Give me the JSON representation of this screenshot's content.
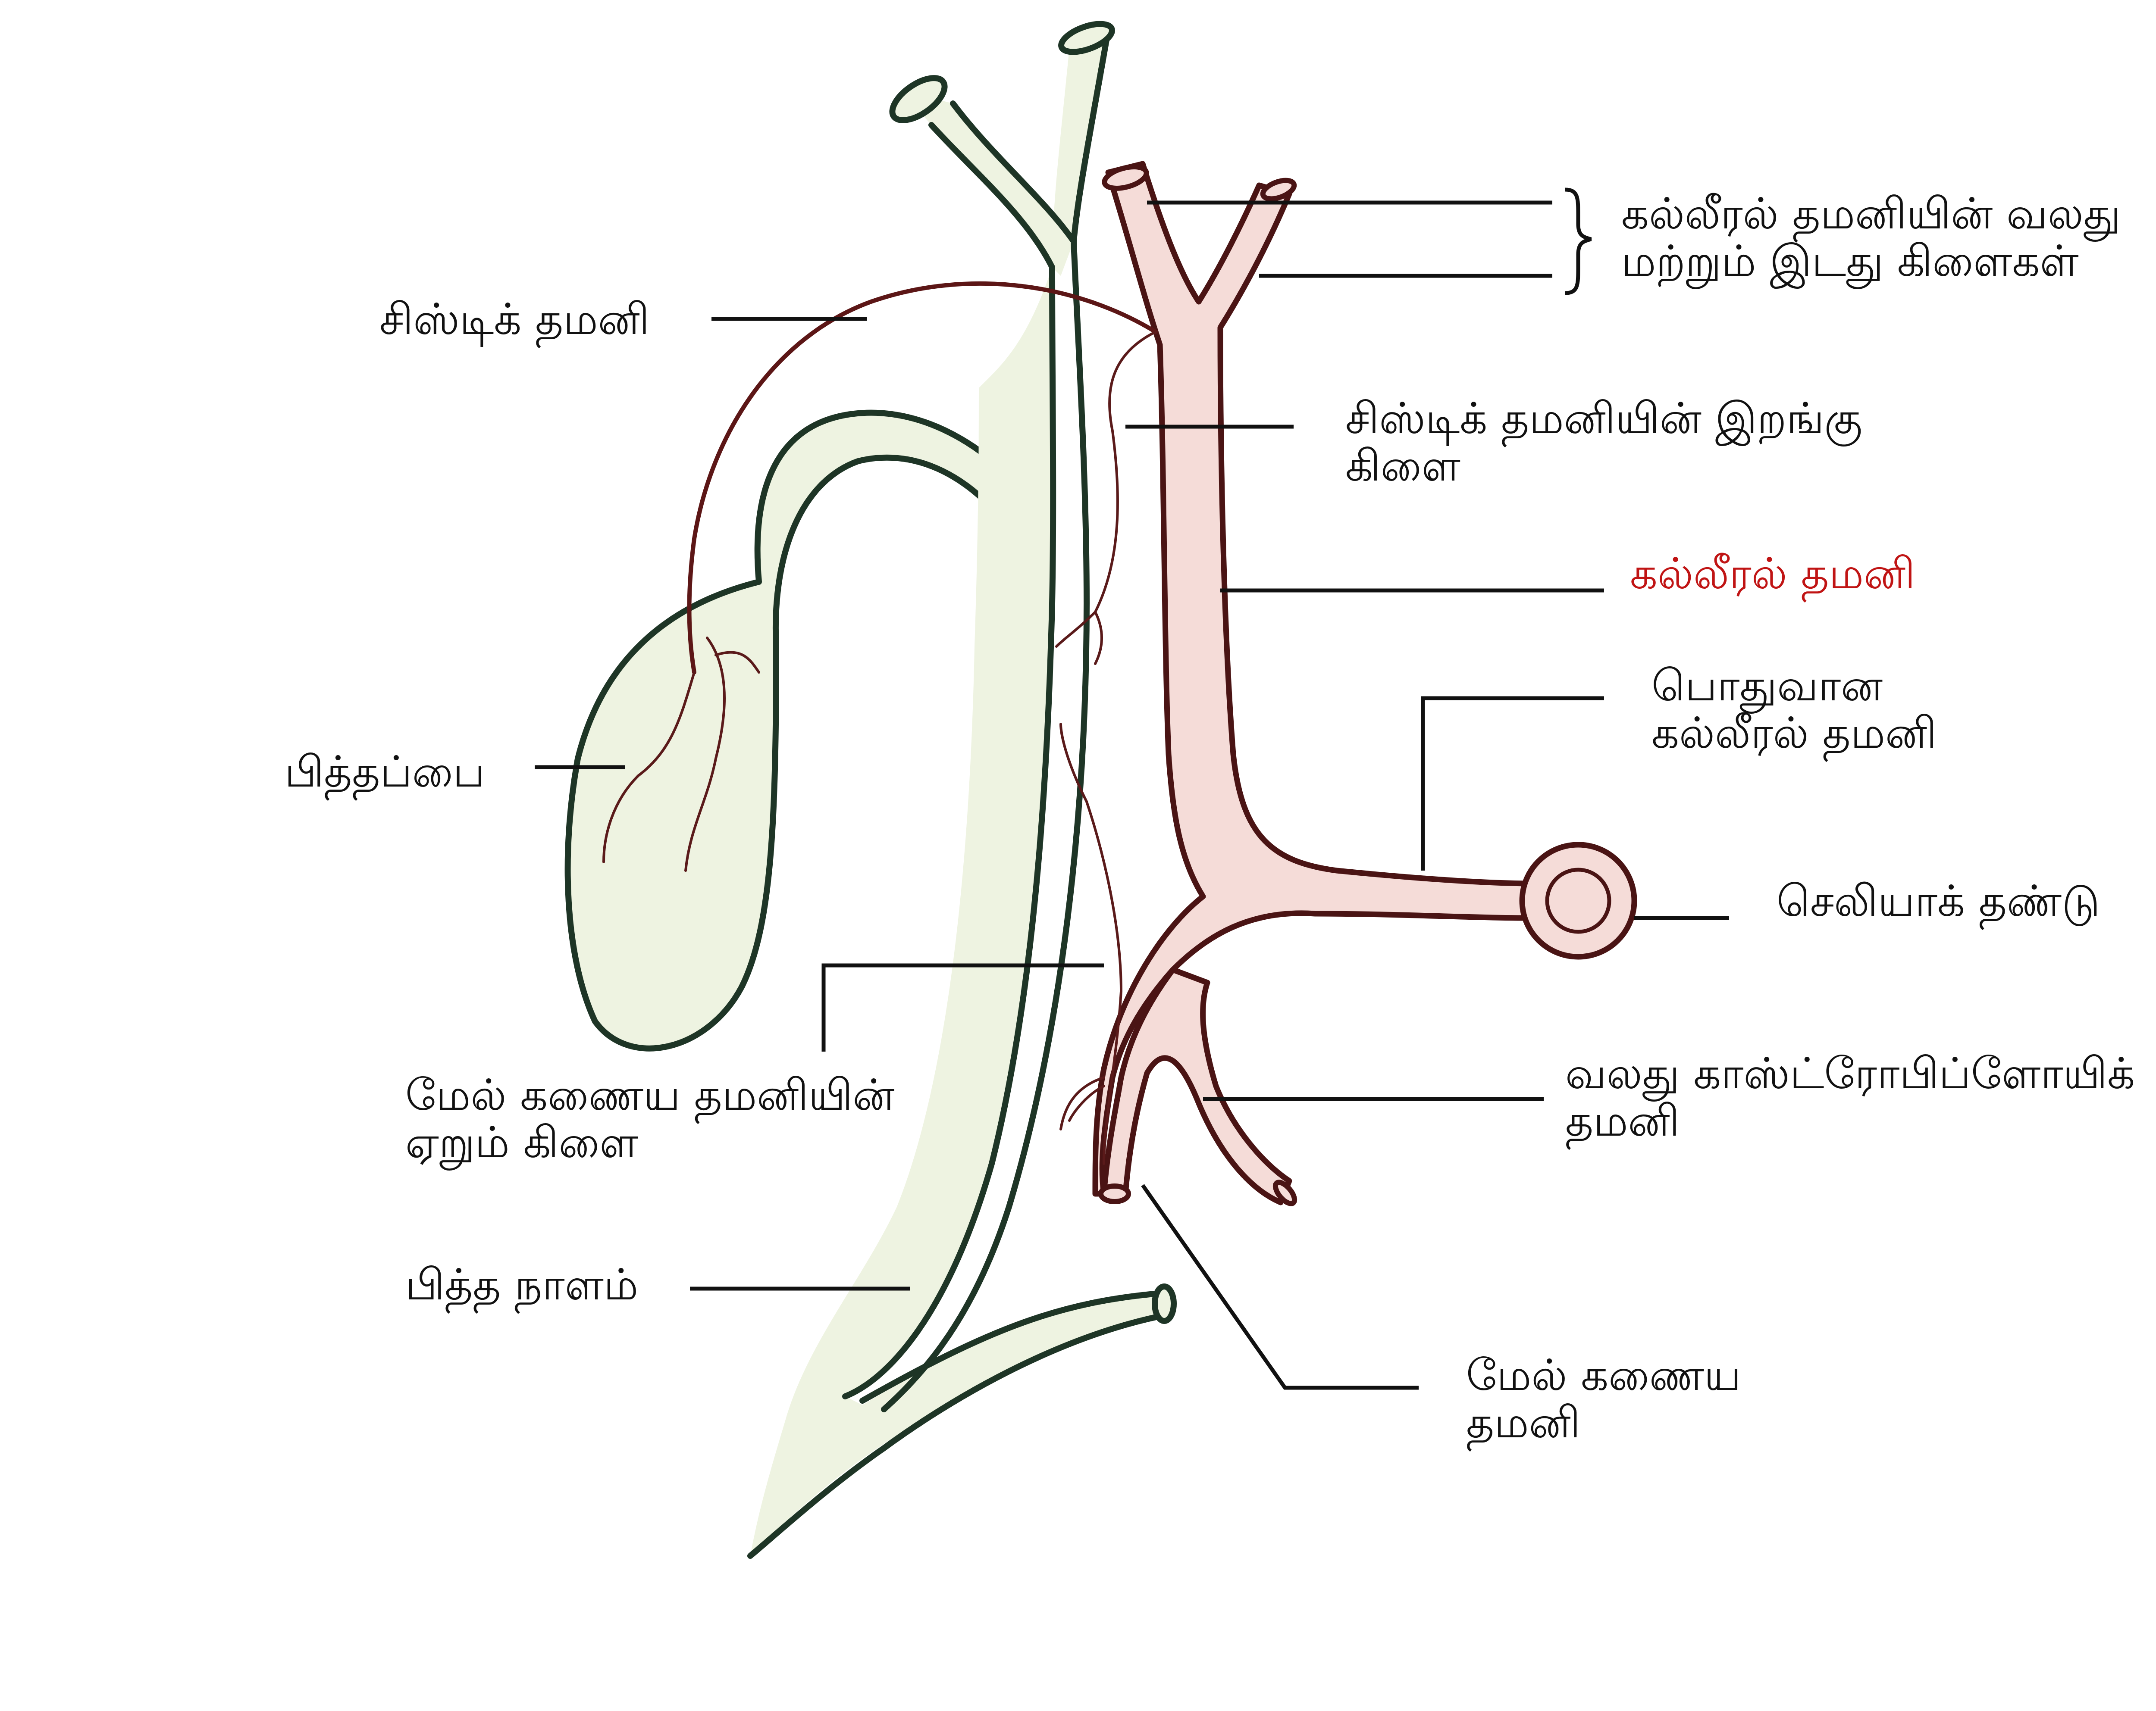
{
  "diagram": {
    "labels": {
      "hepatic_branches_line1": "கல்லீரல் தமனியின் வலது",
      "hepatic_branches_line2": "மற்றும் இடது கிளைகள்",
      "cystic_artery": "சிஸ்டிக் தமனி",
      "cystic_descending_line1": "சிஸ்டிக் தமனியின் இறங்கு",
      "cystic_descending_line2": "கிளை",
      "hepatic_artery": "கல்லீரல் தமனி",
      "gallbladder": "பித்தப்பை",
      "common_hepatic_line1": "பொதுவான",
      "common_hepatic_line2": "கல்லீரல் தமனி",
      "celiac_trunk": "செலியாக் தண்டு",
      "sma_ascending_line1": "மேல் கணைய தமனியின்",
      "sma_ascending_line2": "ஏறும் கிளை",
      "gastroepiploic_line1": "வலது காஸ்ட்ரோபிப்ளோயிக்",
      "gastroepiploic_line2": "தமனி",
      "bile_duct": "பித்த நாளம்",
      "sma_line1": "மேல் கணைய",
      "sma_line2": "தமனி"
    },
    "colors": {
      "highlight_label": "#c01414",
      "duct_fill": "#eef3e1",
      "duct_outline": "#1e3526",
      "artery_fill": "#f5dcd8",
      "artery_outline": "#4a1414"
    }
  }
}
